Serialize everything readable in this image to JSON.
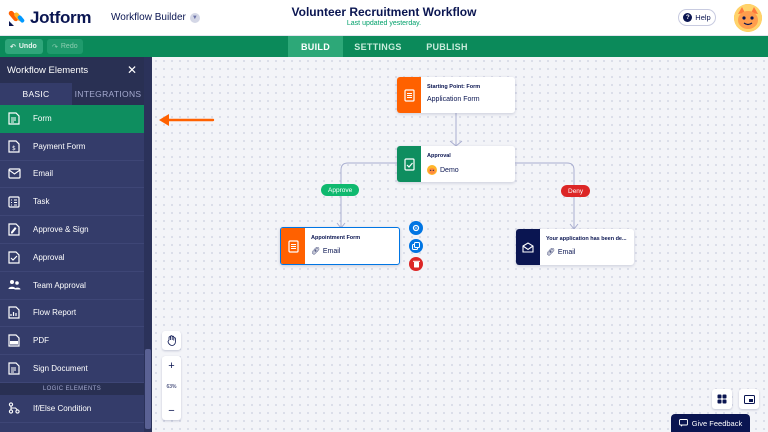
{
  "header": {
    "logo_text": "Jotform",
    "workflow_builder": "Workflow Builder",
    "title": "Volunteer Recruitment Workflow",
    "subtitle": "Last updated yesterday.",
    "help_label": "Help"
  },
  "toolbar": {
    "undo_label": "Undo",
    "redo_label": "Redo",
    "tabs": [
      {
        "label": "BUILD",
        "active": true
      },
      {
        "label": "SETTINGS",
        "active": false
      },
      {
        "label": "PUBLISH",
        "active": false
      }
    ]
  },
  "sidebar": {
    "title": "Workflow Elements",
    "tabs": [
      {
        "label": "BASIC",
        "active": true
      },
      {
        "label": "INTEGRATIONS",
        "active": false
      }
    ],
    "items": [
      {
        "label": "Form",
        "icon": "form-icon",
        "active": true
      },
      {
        "label": "Payment Form",
        "icon": "payment-form-icon"
      },
      {
        "label": "Email",
        "icon": "email-icon"
      },
      {
        "label": "Task",
        "icon": "task-icon"
      },
      {
        "label": "Approve & Sign",
        "icon": "approve-sign-icon"
      },
      {
        "label": "Approval",
        "icon": "approval-icon"
      },
      {
        "label": "Team Approval",
        "icon": "team-approval-icon"
      },
      {
        "label": "Flow Report",
        "icon": "flow-report-icon"
      },
      {
        "label": "PDF",
        "icon": "pdf-icon"
      },
      {
        "label": "Sign Document",
        "icon": "sign-document-icon"
      }
    ],
    "section_label": "LOGIC ELEMENTS",
    "logic_items": [
      {
        "label": "If/Else Condition",
        "icon": "if-else-icon"
      }
    ]
  },
  "canvas": {
    "nodes": {
      "start": {
        "title": "Starting Point: Form",
        "subtitle": "Application Form",
        "color": "#ff6100"
      },
      "approval": {
        "title": "Approval",
        "subtitle": "Demo",
        "color": "#0e8e5f"
      },
      "appointment": {
        "title": "Appointment Form",
        "subtitle": "Email",
        "color": "#ff6100"
      },
      "deny_email": {
        "title": "Your application has been de...",
        "subtitle": "Email",
        "color": "#0a1551"
      }
    },
    "branches": {
      "approve": {
        "label": "Approve",
        "color": "#0fb96f"
      },
      "deny": {
        "label": "Deny",
        "color": "#dc2626"
      }
    },
    "zoom_level": "63%"
  },
  "feedback_label": "Give Feedback",
  "colors": {
    "brand_green": "#0b8a5a",
    "sidebar_bg": "#343c6a",
    "accent_blue": "#0075e3",
    "orange": "#ff6100",
    "navy": "#0a1551"
  }
}
